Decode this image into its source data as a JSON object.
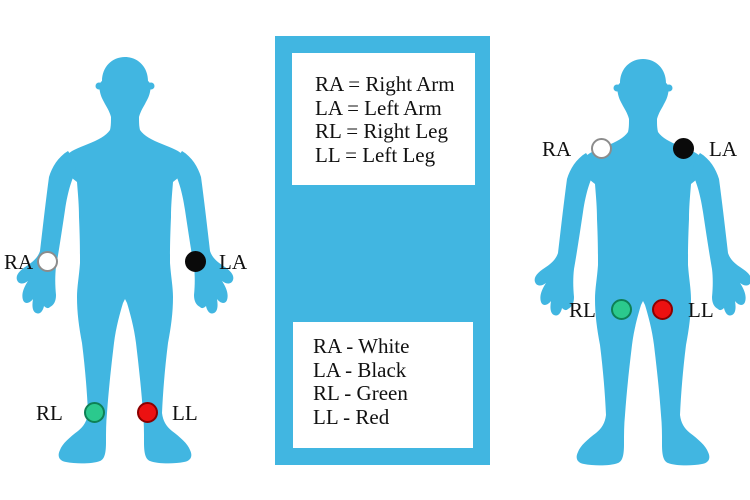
{
  "colors": {
    "body": "#41B6E1",
    "page_background": "#FFFFFF",
    "legend_box_background": "#FFFFFF",
    "text": "#111111"
  },
  "legend": {
    "definitions": [
      "RA = Right Arm",
      "LA = Left Arm",
      "RL = Right Leg",
      "LL = Left Leg"
    ],
    "color_codes": [
      "RA - White",
      "LA - Black",
      "RL - Green",
      "LL - Red"
    ]
  },
  "left_figure": {
    "ra": {
      "label": "RA",
      "color": "#FFFFFF",
      "border": "#8C8C8C"
    },
    "la": {
      "label": "LA",
      "color": "#0A0A0A",
      "border": "#0A0A0A"
    },
    "rl": {
      "label": "RL",
      "color": "#2BC98D",
      "border": "#0E8055"
    },
    "ll": {
      "label": "LL",
      "color": "#EC1111",
      "border": "#8B0000"
    }
  },
  "right_figure": {
    "ra": {
      "label": "RA",
      "color": "#FFFFFF",
      "border": "#8C8C8C"
    },
    "la": {
      "label": "LA",
      "color": "#0A0A0A",
      "border": "#0A0A0A"
    },
    "rl": {
      "label": "RL",
      "color": "#2BC98D",
      "border": "#0E8055"
    },
    "ll": {
      "label": "LL",
      "color": "#EC1111",
      "border": "#8B0000"
    }
  }
}
